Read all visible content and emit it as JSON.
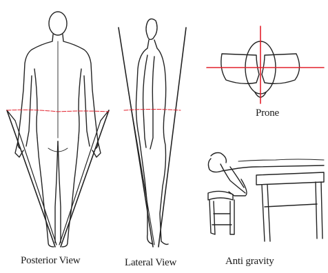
{
  "panels": {
    "posterior": {
      "caption": "Posterior View"
    },
    "lateral": {
      "caption": "Lateral View"
    },
    "prone": {
      "caption": "Prone"
    },
    "anti_gravity": {
      "caption": "Anti gravity"
    }
  },
  "colors": {
    "outline": "#222222",
    "reference_line": "#e2202c",
    "background": "#ffffff"
  }
}
